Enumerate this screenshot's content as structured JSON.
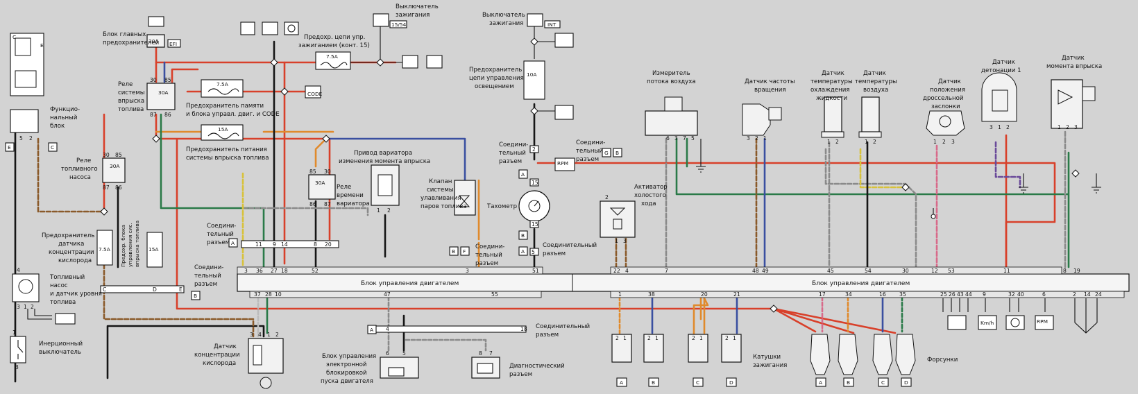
{
  "title_labels": {
    "main_fuse_block": "Блок главных предохранителей",
    "main_fuse_rating": "30A",
    "efi": "EFI",
    "ign_switch_top": "Выключатель зажигания",
    "ign_15_54": "15/54",
    "ign_switch_2": "Выключатель зажигания",
    "int": "INT",
    "fuse_ign_ctrl": "Предохр. цепи упр. зажиганием (конт. 15)",
    "fuse_7_5a": "7.5A",
    "fuse_lighting": "Предохранитель цепи управления освещением",
    "fuse_10a": "10A",
    "relay_injection": "Реле системы впрыска топлива",
    "relay_30a": "30A",
    "fuse_memory": "Предохранитель памяти и блока управл. двиг. и CODE",
    "fuse_15a": "15A",
    "fuse_injection_power": "Предохранитель питания системы впрыска топлива",
    "func_block": "Функцио-нальный блок",
    "relay_fuel_pump": "Реле топливного насоса",
    "variator_drive": "Привод вариатора изменения момента впрыска",
    "relay_variator": "Реле времени вариатора",
    "purge_valve": "Клапан системы улавливания паров топлива",
    "tachometer": "Тахометр",
    "connector": "Соедини-тельный разъем",
    "connector_long": "Соединительный разъем",
    "air_meter": "Измеритель потока воздуха",
    "speed_sensor": "Датчик частоты вращения",
    "coolant_temp": "Датчик температуры охлаждения жидкости",
    "air_temp": "Датчик температуры воздуха",
    "throttle_pos": "Датчик положения дроссельной заслонки",
    "knock_sensor": "Датчик детонации 1",
    "timing_sensor": "Датчик момента впрыска",
    "idle_actuator": "Активатор холостого хода",
    "o2_fuse": "Предохранитель датчика концентрации кислорода",
    "ecu_fuse": "Предохр. блока управления сис. впрыска топлива",
    "fuel_pump": "Топливный насос и датчик уровня топлива",
    "inertia_switch": "Инерционный выключатель",
    "ecu": "Блок управления двигателем",
    "o2_sensor": "Датчик концентрации кислорода",
    "immobilizer": "Блок управления электронной блокировкой пуска двигателя",
    "diag": "Диагностический разъем",
    "ign_coils": "Катушки зажигания",
    "injectors": "Форсунки",
    "code": "CODE",
    "rpm": "RPM",
    "kmh": "Km/h"
  },
  "connector_letters": [
    "A",
    "B",
    "C",
    "D",
    "E"
  ],
  "ecu_top_pins_left": [
    "3",
    "36",
    "27",
    "18",
    "52",
    "3",
    "51"
  ],
  "ecu_top_pins_right": [
    "22",
    "4",
    "7",
    "48",
    "49",
    "45",
    "54",
    "30",
    "12",
    "53",
    "11",
    "8",
    "19"
  ],
  "ecu_bottom_pins_left": [
    "37",
    "28",
    "10",
    "47",
    "55"
  ],
  "ecu_bottom_pins_right": [
    "1",
    "38",
    "20",
    "21",
    "17",
    "34",
    "16",
    "35",
    "25",
    "26",
    "43",
    "44",
    "9",
    "32",
    "40",
    "6",
    "2",
    "14",
    "24"
  ],
  "wire_colors": {
    "red": "#d8402a",
    "orange": "#e08a2c",
    "blue": "#3a4fa0",
    "green": "#2a7a48",
    "black": "#151515",
    "violet": "#6a4a9a",
    "brown": "#8a5a2a",
    "grey": "#8a8a8a",
    "yellow": "#d8c23a",
    "white": "#f4f4f4",
    "pink": "#d86a8a"
  }
}
